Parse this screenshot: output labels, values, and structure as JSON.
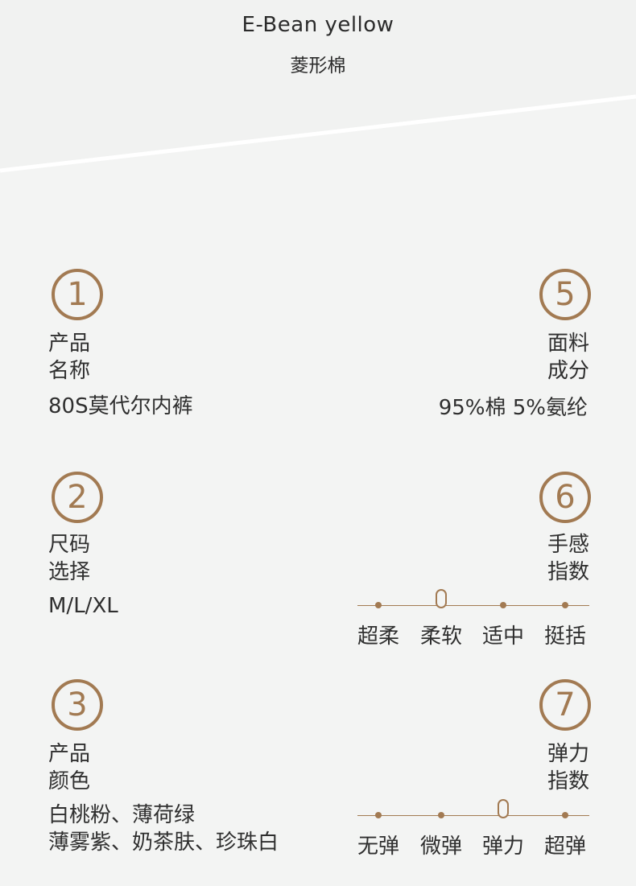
{
  "header": {
    "title_en": "E-Bean yellow",
    "title_cn": "菱形棉"
  },
  "items": [
    {
      "number": "1",
      "label_line1": "产品",
      "label_line2": "名称",
      "value": "80S莫代尔内裤"
    },
    {
      "number": "2",
      "label_line1": "尺码",
      "label_line2": "选择",
      "value": "M/L/XL"
    },
    {
      "number": "3",
      "label_line1": "产品",
      "label_line2": "颜色",
      "value_line1": "白桃粉、薄荷绿",
      "value_line2": "薄雾紫、奶茶肤、珍珠白"
    },
    {
      "number": "5",
      "label_line1": "面料",
      "label_line2": "成分",
      "value": "95%棉 5%氨纶"
    },
    {
      "number": "6",
      "label_line1": "手感",
      "label_line2": "指数",
      "scale": [
        "超柔",
        "柔软",
        "适中",
        "挺括"
      ],
      "selected_index": 1
    },
    {
      "number": "7",
      "label_line1": "弹力",
      "label_line2": "指数",
      "scale": [
        "无弹",
        "微弹",
        "弹力",
        "超弹"
      ],
      "selected_index": 2
    }
  ],
  "colors": {
    "accent": "#a27a52",
    "background": "#f3f4f3",
    "text": "#2f2f2f"
  }
}
